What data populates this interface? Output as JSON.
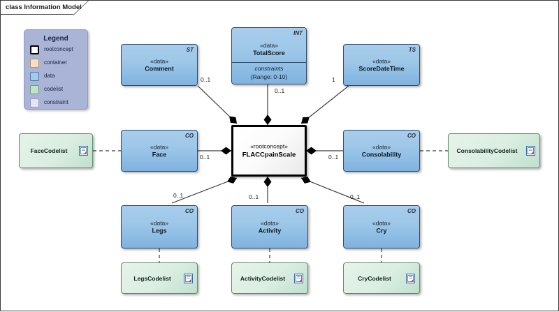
{
  "frame": {
    "label": "class Information Model"
  },
  "legend": {
    "title": "Legend",
    "items": [
      {
        "label": "rootconcept",
        "color": "#ffffff",
        "border": "#000000",
        "name": "rootconcept"
      },
      {
        "label": "container",
        "color": "#f6ddc3",
        "border": "#b79468",
        "name": "container"
      },
      {
        "label": "data",
        "color": "#a3cbea",
        "border": "#4d7ba5",
        "name": "data"
      },
      {
        "label": "codelist",
        "color": "#bfe3cb",
        "border": "#6f9d80",
        "name": "codelist"
      },
      {
        "label": "constraint",
        "color": "#e4e4f4",
        "border": "#9a9ac4",
        "name": "constraint"
      }
    ]
  },
  "root": {
    "stereotype": "«rootconcept»",
    "name": "FLACCpainScale"
  },
  "classes": [
    {
      "id": "comment",
      "stereotype": "«data»",
      "name": "Comment",
      "type_tag": "ST",
      "multiplicity": "0..1"
    },
    {
      "id": "totalscore",
      "stereotype": "«data»",
      "name": "TotalScore",
      "type_tag": "INT",
      "multiplicity": "0..1",
      "constraints_title": "constraints",
      "constraints_body": "{Range: 0-10}"
    },
    {
      "id": "scoredatetime",
      "stereotype": "«data»",
      "name": "ScoreDateTime",
      "type_tag": "TS",
      "multiplicity": "1"
    },
    {
      "id": "face",
      "stereotype": "«data»",
      "name": "Face",
      "type_tag": "CO",
      "multiplicity": "0..1"
    },
    {
      "id": "consolability",
      "stereotype": "«data»",
      "name": "Consolability",
      "type_tag": "CO",
      "multiplicity": "0..1"
    },
    {
      "id": "legs",
      "stereotype": "«data»",
      "name": "Legs",
      "type_tag": "CO",
      "multiplicity": "0..1"
    },
    {
      "id": "activity",
      "stereotype": "«data»",
      "name": "Activity",
      "type_tag": "CO",
      "multiplicity": "0..1"
    },
    {
      "id": "cry",
      "stereotype": "«data»",
      "name": "Cry",
      "type_tag": "CO",
      "multiplicity": "0..1"
    }
  ],
  "codelists": [
    {
      "id": "facecodelist",
      "name": "FaceCodelist",
      "icon": "document-icon"
    },
    {
      "id": "consolabilitycodelist",
      "name": "ConsolabilityCodelist",
      "icon": "document-icon"
    },
    {
      "id": "legscodelist",
      "name": "LegsCodelist",
      "icon": "document-icon"
    },
    {
      "id": "activitycodelist",
      "name": "ActivityCodelist",
      "icon": "document-icon"
    },
    {
      "id": "crycodelist",
      "name": "CryCodelist",
      "icon": "document-icon"
    }
  ],
  "colors": {
    "data_fill": "#9cc6e8",
    "codelist_fill": "#daeee1",
    "legend_fill": "#a9b4d6",
    "line": "#3a3a3a"
  }
}
